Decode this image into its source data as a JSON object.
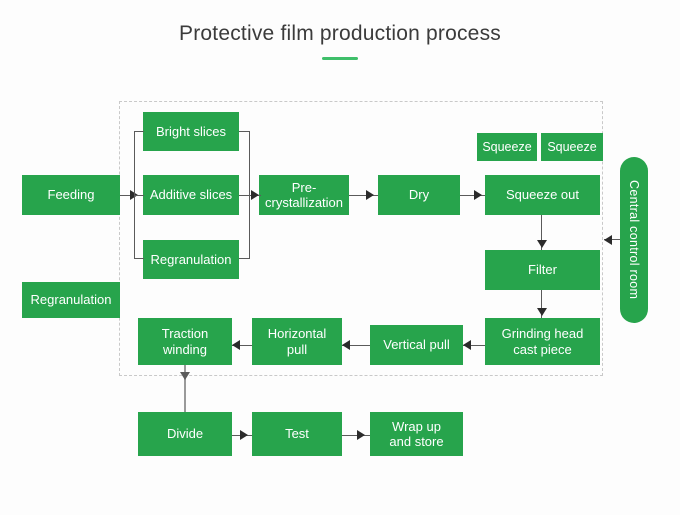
{
  "title": {
    "text": "Protective film production process",
    "accent_color": "#3fbf6a"
  },
  "theme": {
    "node_color": "#27a44c",
    "node_text_color": "#ffffff",
    "background": "#fdfdfd",
    "zone_border": "#c9c9c9",
    "connector": "#5a5a5a"
  },
  "nodes": {
    "feeding": "Feeding",
    "regranulation_left": "Regranulation",
    "bright_slices": "Bright slices",
    "additive_slices": "Additive slices",
    "regranulation_mid": "Regranulation",
    "pre_crystallization": "Pre-\ncrystallization",
    "dry": "Dry",
    "squeeze_1": "Squeeze",
    "squeeze_2": "Squeeze",
    "squeeze_out": "Squeeze out",
    "filter": "Filter",
    "grinding_head": "Grinding head\ncast piece",
    "vertical_pull": "Vertical pull",
    "horizontal_pull": "Horizontal\npull",
    "traction_winding": "Traction\nwinding",
    "divide": "Divide",
    "test": "Test",
    "wrap_up": "Wrap up\nand store",
    "central_control_room": "Central control room"
  },
  "chart_data": {
    "type": "diagram",
    "title": "Protective film production process",
    "steps": [
      "Feeding",
      "Regranulation",
      "Bright slices",
      "Additive slices",
      "Regranulation",
      "Pre-crystallization",
      "Dry",
      "Squeeze",
      "Squeeze",
      "Squeeze out",
      "Filter",
      "Grinding head cast piece",
      "Vertical pull",
      "Horizontal pull",
      "Traction winding",
      "Divide",
      "Test",
      "Wrap up and store",
      "Central control room"
    ],
    "edges": [
      [
        "Feeding",
        "Bright slices"
      ],
      [
        "Feeding",
        "Additive slices"
      ],
      [
        "Feeding",
        "Regranulation"
      ],
      [
        "Bright slices",
        "Pre-crystallization"
      ],
      [
        "Additive slices",
        "Pre-crystallization"
      ],
      [
        "Regranulation",
        "Pre-crystallization"
      ],
      [
        "Pre-crystallization",
        "Dry"
      ],
      [
        "Dry",
        "Squeeze out"
      ],
      [
        "Squeeze out",
        "Filter"
      ],
      [
        "Filter",
        "Grinding head cast piece"
      ],
      [
        "Grinding head cast piece",
        "Vertical pull"
      ],
      [
        "Vertical pull",
        "Horizontal pull"
      ],
      [
        "Horizontal pull",
        "Traction winding"
      ],
      [
        "Traction winding",
        "Divide"
      ],
      [
        "Divide",
        "Test"
      ],
      [
        "Test",
        "Wrap up and store"
      ],
      [
        "Central control room",
        "Squeeze out"
      ]
    ]
  }
}
